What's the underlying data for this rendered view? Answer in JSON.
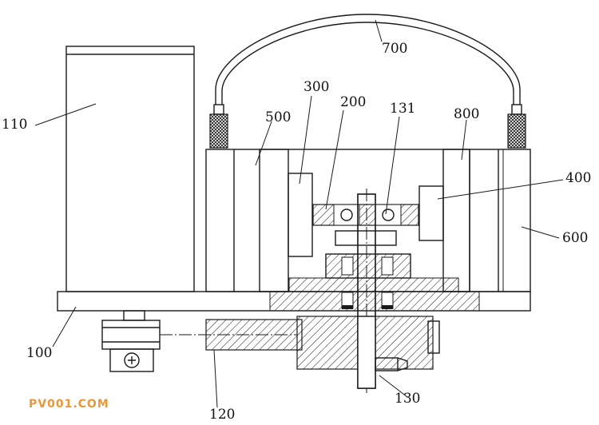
{
  "figure": {
    "labels": {
      "l110": "110",
      "l700": "700",
      "l300": "300",
      "l200": "200",
      "l131": "131",
      "l500": "500",
      "l800": "800",
      "l400": "400",
      "l600": "600",
      "l100": "100",
      "l120": "120",
      "l130": "130"
    },
    "watermark": "PV001.COM",
    "colors": {
      "line": "#1a1a1a",
      "watermark": "#e8973a",
      "background": "#ffffff"
    }
  }
}
